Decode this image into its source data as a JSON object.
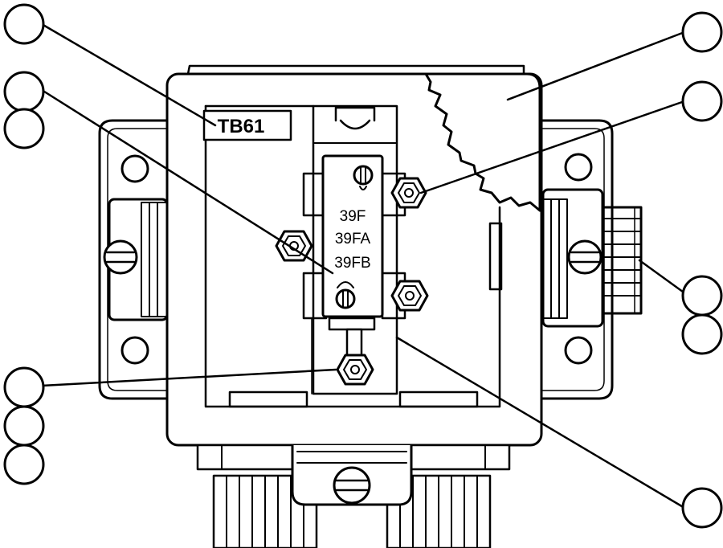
{
  "diagram": {
    "tag_label": "TB61",
    "terminal_labels": [
      "39F",
      "39FA",
      "39FB"
    ]
  },
  "colors": {
    "ink": "#000000",
    "paper": "#ffffff"
  }
}
